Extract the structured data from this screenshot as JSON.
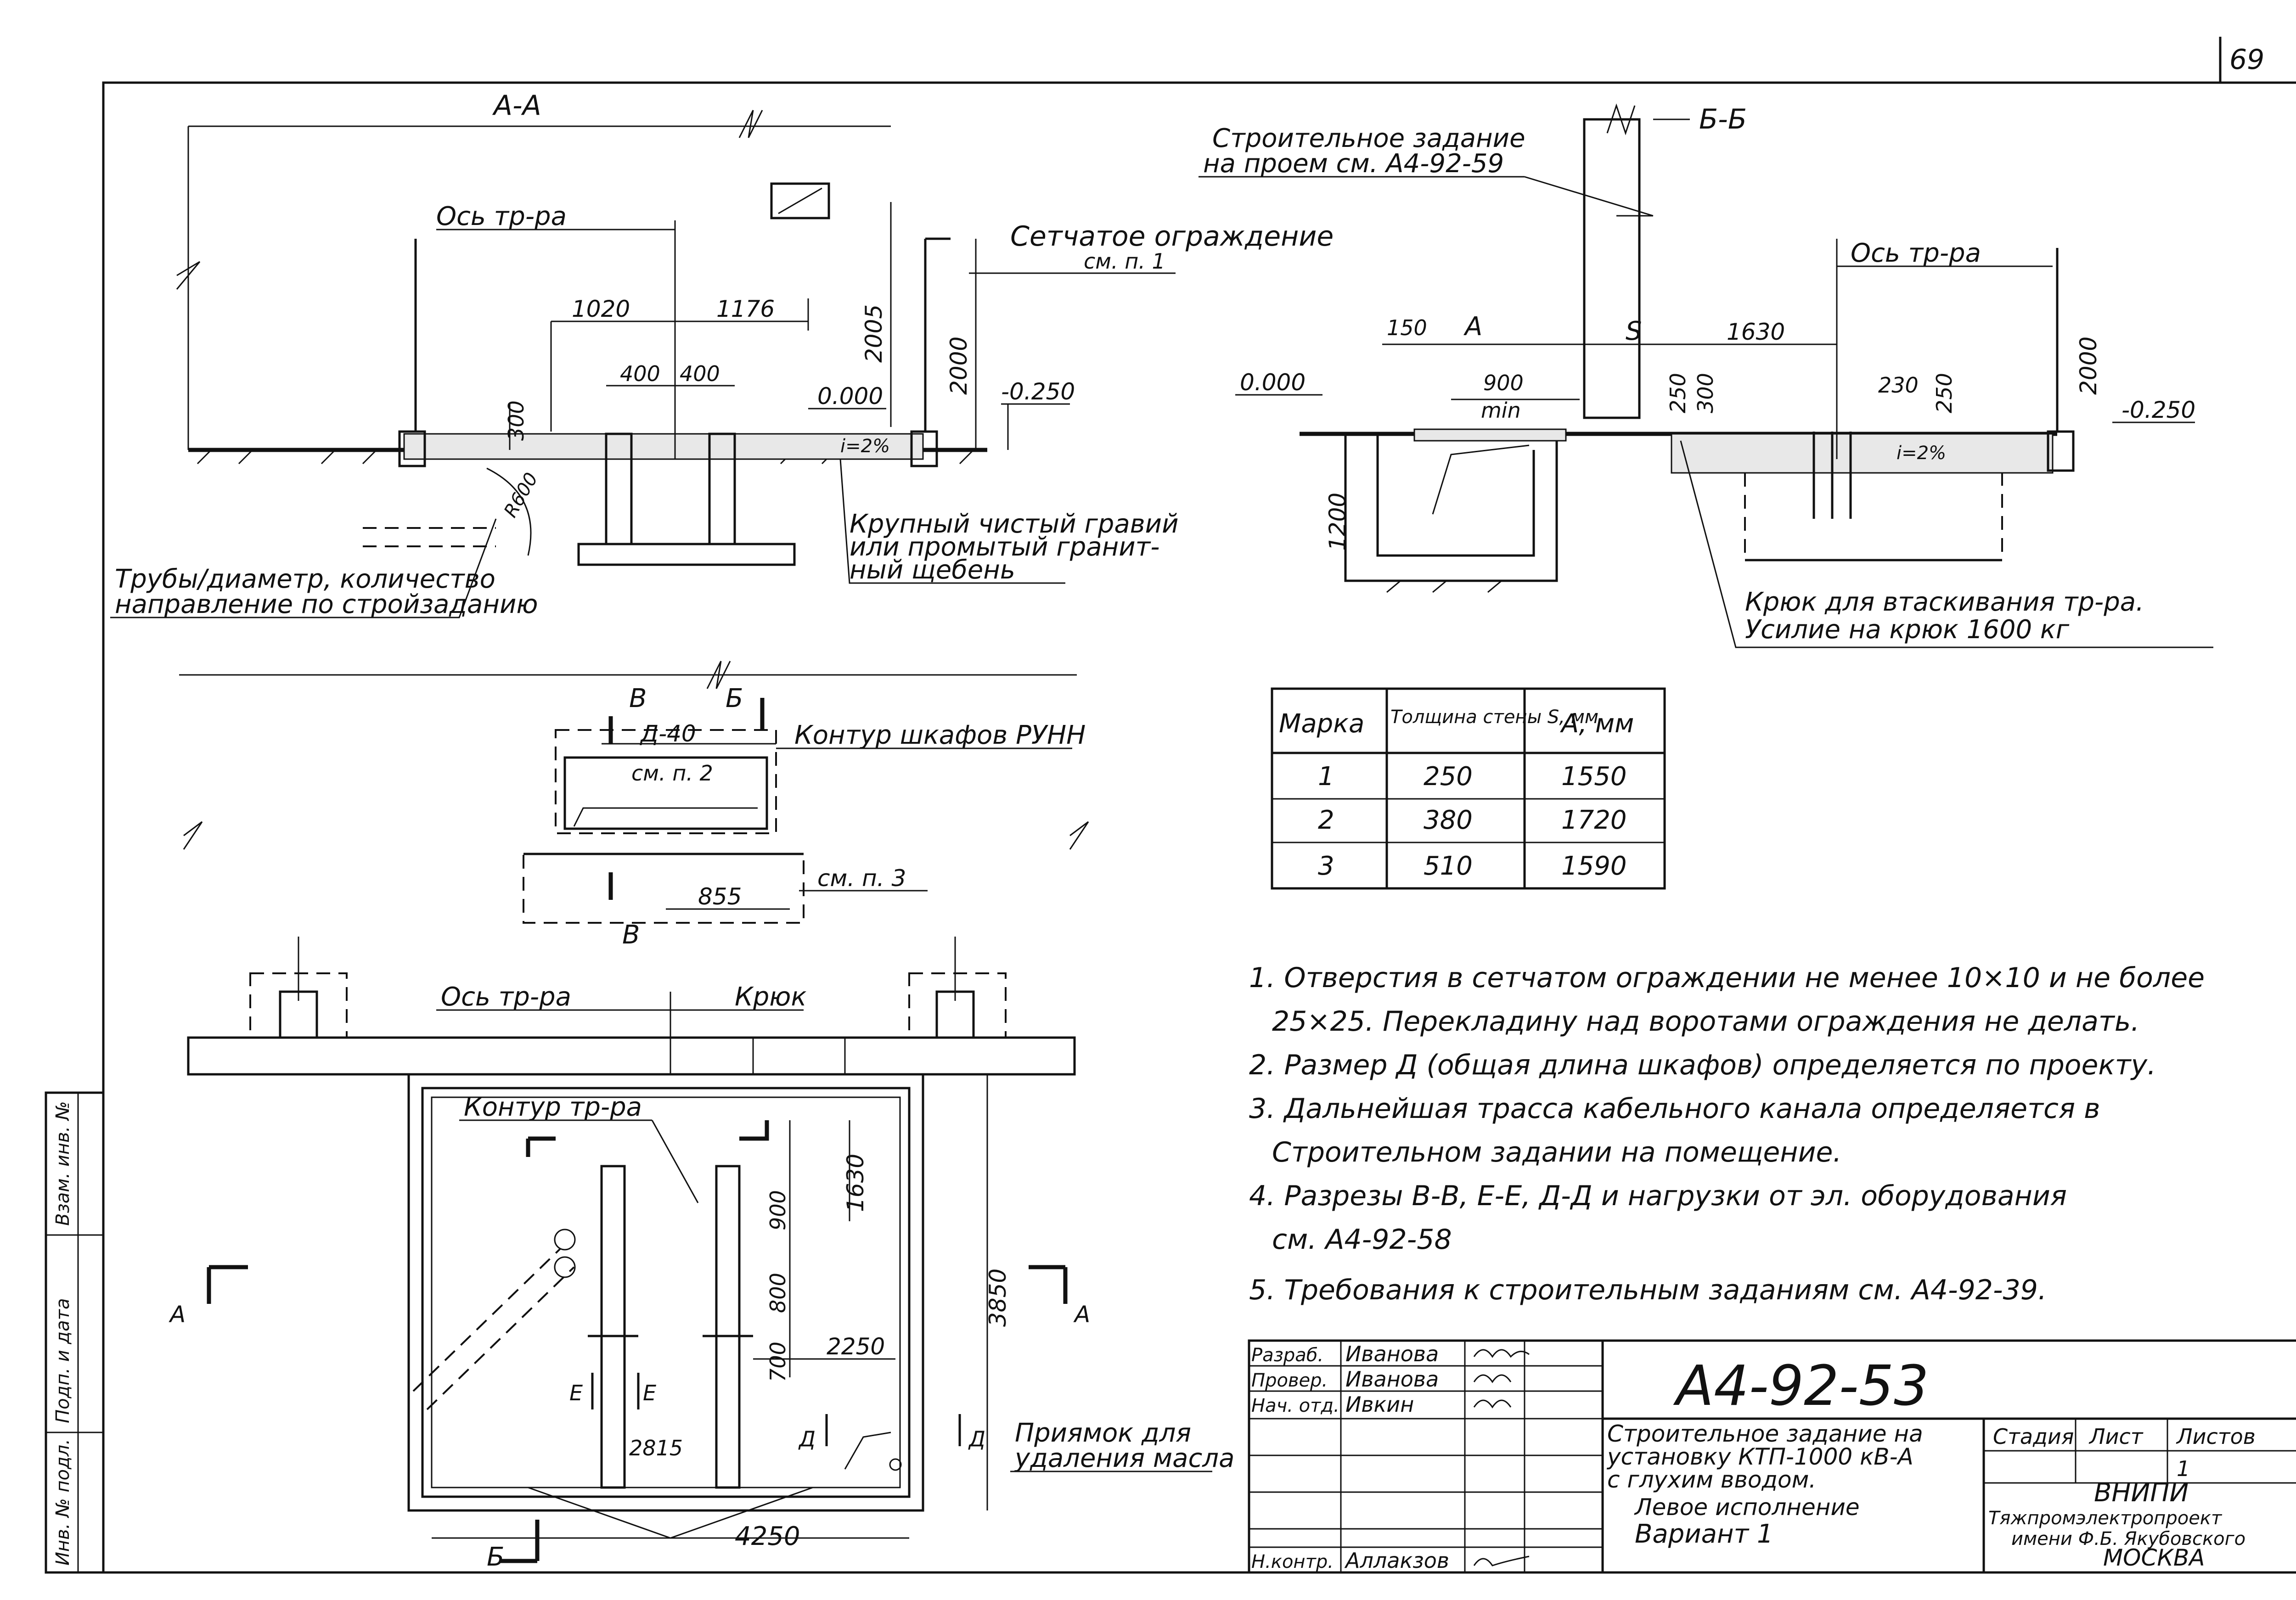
{
  "sheet_number": "69",
  "section_aa": {
    "title": "А-А",
    "labels": {
      "axis": "Ось тр-ра",
      "fence": "Сетчатое ограждение",
      "fence_ref": "см. п. 1",
      "gravel_1": "Крупный чистый гравий",
      "gravel_2": "или промытый гранит-",
      "gravel_3": "ный щебень",
      "pipes_1": "Трубы/диаметр, количество",
      "pipes_2": "направление по стройзаданию"
    },
    "dims": {
      "d1020": "1020",
      "d1176": "1176",
      "d400a": "400",
      "d400b": "400",
      "d2005": "2005",
      "d2000": "2000",
      "d300": "300",
      "d0000": "0.000",
      "dm0250": "-0.250",
      "slope": "i=2%",
      "r600": "R600"
    }
  },
  "section_bb": {
    "title": "Б-Б",
    "labels": {
      "constr_1": "Строительное задание",
      "constr_2": "на проем см. А4-92-59",
      "axis": "Ось тр-ра",
      "hook_1": "Крюк для втаскивания тр-ра.",
      "hook_2": "Усилие на крюк 1600 кг"
    },
    "dims": {
      "d150": "150",
      "dA": "А",
      "dS": "S",
      "d1630": "1630",
      "d900": "900",
      "min": "min",
      "d250a": "250",
      "d300": "300",
      "d230": "230",
      "d250b": "250",
      "d2000": "2000",
      "d0000": "0.000",
      "dm0250": "-0.250",
      "d1200": "1200",
      "slope": "i=2%"
    }
  },
  "table": {
    "headers": [
      "Марка",
      "Толщина стены S, мм",
      "А, мм"
    ],
    "rows": [
      [
        "1",
        "250",
        "1550"
      ],
      [
        "2",
        "380",
        "1720"
      ],
      [
        "3",
        "510",
        "1590"
      ]
    ]
  },
  "notes": [
    "1. Отверстия в сетчатом ограждении не менее 10×10 и не более",
    "25×25. Перекладину над воротами ограждения не делать.",
    "2. Размер Д (общая длина шкафов) определяется по проекту.",
    "3. Дальнейшая трасса кабельного канала определяется в",
    "Строительном задании на помещение.",
    "4. Разрезы В-В, Е-Е, Д-Д и нагрузки от эл. оборудования",
    "см. А4-92-58",
    "5. Требования к строительным заданиям см. А4-92-39."
  ],
  "plan": {
    "labels": {
      "cabinets": "Контур шкафов РУНН",
      "d40": "Д-40",
      "ref2": "см. п. 2",
      "ref3": "см. п. 3",
      "d855": "855",
      "axis": "Ось тр-ра",
      "hook": "Крюк",
      "contour": "Контур тр-ра",
      "pit_1": "Приямок для",
      "pit_2": "удаления масла"
    },
    "marks": {
      "B1": "В",
      "B2": "Б",
      "B3": "В",
      "A1": "А",
      "A2": "А",
      "E1": "Е",
      "E2": "Е",
      "D1": "Д",
      "D2": "Д",
      "Bb": "Б"
    },
    "dims": {
      "d1630": "1630",
      "d900": "900",
      "d800": "800",
      "d700": "700",
      "d3850": "3850",
      "d2250": "2250",
      "d2815": "2815",
      "d4250": "4250"
    }
  },
  "side_stamp": [
    "Инв. № подл.",
    "Подп. и дата",
    "Взам. инв. №"
  ],
  "title_block": {
    "signatures": [
      [
        "Разраб.",
        "Иванова"
      ],
      [
        "Провер.",
        "Иванова"
      ],
      [
        "Нач. отд.",
        "Ивкин"
      ],
      [
        "",
        ""
      ],
      [
        "",
        ""
      ],
      [
        "",
        ""
      ],
      [
        "Н.контр.",
        "Аллакзов"
      ]
    ],
    "doc_code": "А4-92-53",
    "description": [
      "Строительное задание на",
      "установку КТП-1000 кВ-А",
      "с глухим вводом.",
      "Левое исполнение",
      "Вариант 1"
    ],
    "stage_headers": [
      "Стадия",
      "Лист",
      "Листов"
    ],
    "sheet": "1",
    "org": [
      "ВНИПИ",
      "Тяжпромэлектропроект",
      "имени Ф.Б. Якубовского",
      "МОСКВА"
    ]
  }
}
